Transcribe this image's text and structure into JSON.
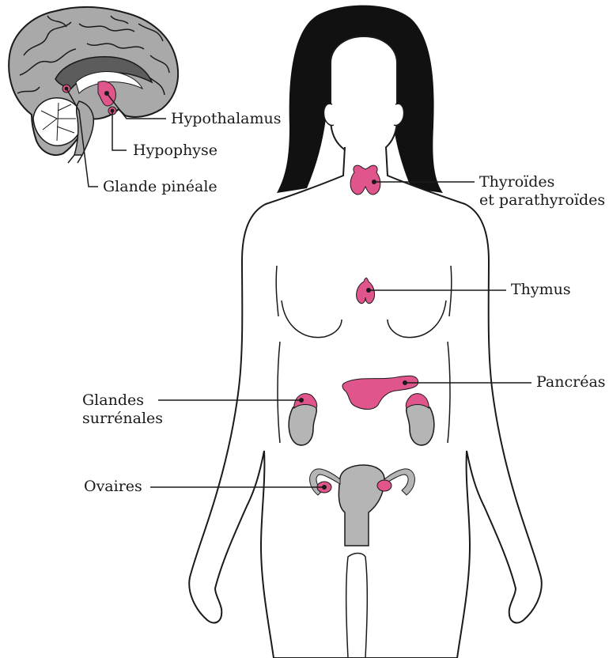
{
  "labels": {
    "hypothalamus": "Hypothalamus",
    "hypophyse": "Hypophyse",
    "pineale": "Glande pinéale",
    "thyroides_1": "Thyroïdes",
    "thyroides_2": "et parathyroïdes",
    "thymus": "Thymus",
    "pancreas": "Pancréas",
    "surrenales_1": "Glandes",
    "surrenales_2": "surrénales",
    "ovaires": "Ovaires"
  },
  "colors": {
    "gland": "#e0568c",
    "organ_gray": "#b5b5b5",
    "brain_gray": "#a9a9a9",
    "brain_dark": "#5c5c5c",
    "hair": "#111111",
    "outline": "#1a1a1a",
    "background": "#ffffff"
  }
}
